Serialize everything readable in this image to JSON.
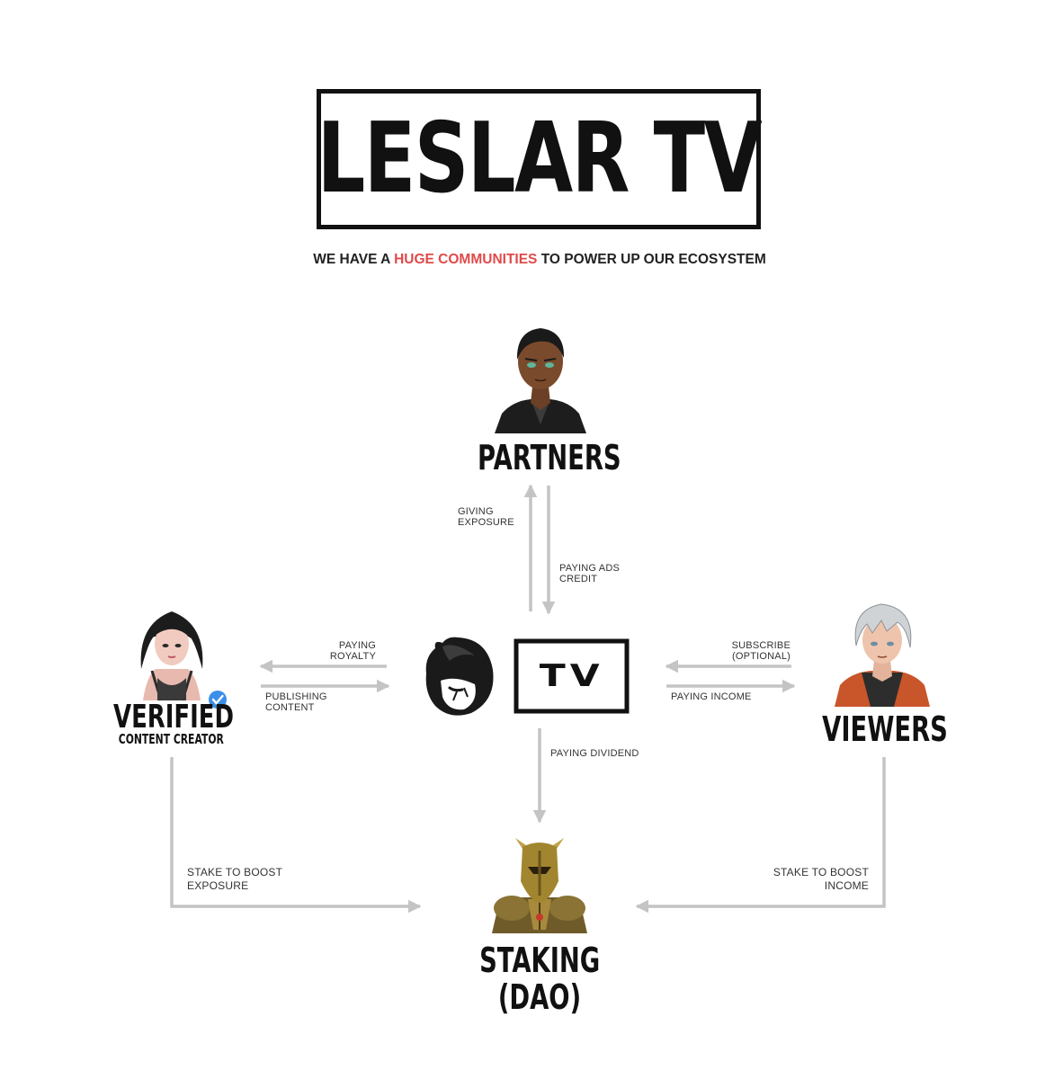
{
  "header": {
    "title": "LESLAR TV",
    "tagline_before": "WE HAVE A ",
    "tagline_highlight": "HUGE COMMUNITIES",
    "tagline_after": " TO POWER UP OUR ECOSYSTEM",
    "highlight_color": "#e04a4a"
  },
  "nodes": {
    "partners": {
      "label": "PARTNERS",
      "icon": "partner-avatar"
    },
    "creator": {
      "label": "VERIFIED",
      "sublabel": "CONTENT CREATOR",
      "icon": "creator-avatar",
      "badge": "verified-check-icon"
    },
    "viewers": {
      "label": "VIEWERS",
      "icon": "viewer-avatar"
    },
    "staking": {
      "label_line1": "STAKING",
      "label_line2": "(DAO)",
      "icon": "knight-avatar"
    },
    "center": {
      "tv_text": "TV",
      "icon": "leslar-mascot-logo"
    }
  },
  "edges": {
    "giving_exposure": [
      "GIVING",
      "EXPOSURE"
    ],
    "paying_ads_credit": [
      "PAYING ADS",
      "CREDIT"
    ],
    "paying_royalty": [
      "PAYING",
      "ROYALTY"
    ],
    "publishing_content": [
      "PUBLISHING",
      "CONTENT"
    ],
    "subscribe": [
      "SUBSCRIBE",
      "(OPTIONAL)"
    ],
    "paying_income": [
      "PAYING INCOME"
    ],
    "paying_dividend": [
      "PAYING DIVIDEND"
    ],
    "stake_boost_exposure": [
      "STAKE TO BOOST",
      "EXPOSURE"
    ],
    "stake_boost_income": [
      "STAKE TO BOOST",
      "INCOME"
    ]
  },
  "colors": {
    "arrow": "#c4c4c4",
    "ink": "#111111",
    "badge": "#3b8fe8"
  }
}
